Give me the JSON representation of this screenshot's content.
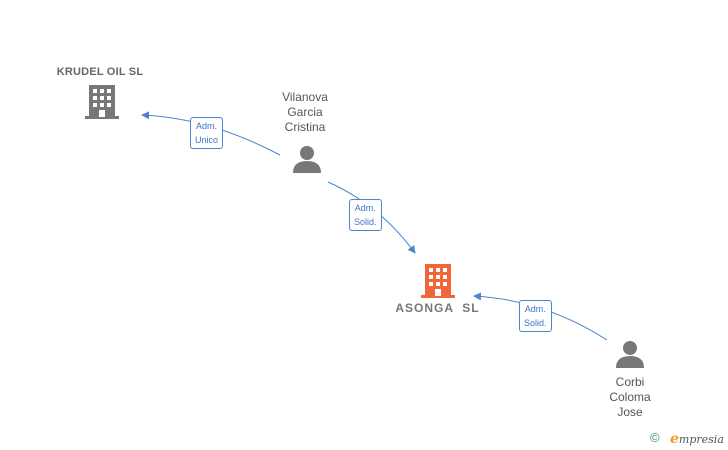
{
  "nodes": {
    "krudel": {
      "label": "KRUDEL OIL SL",
      "type": "company"
    },
    "vilanova": {
      "lines": [
        "Vilanova",
        "Garcia",
        "Cristina"
      ],
      "type": "person"
    },
    "asonga": {
      "label": "ASONGA  SL",
      "type": "company-main"
    },
    "corbi": {
      "lines": [
        "Corbi",
        "Coloma",
        "Jose"
      ],
      "type": "person"
    }
  },
  "edges": {
    "vilanova_krudel": {
      "lines": [
        "Adm.",
        "Unico"
      ]
    },
    "vilanova_asonga": {
      "lines": [
        "Adm.",
        "Solid."
      ]
    },
    "corbi_asonga": {
      "lines": [
        "Adm.",
        "Solid."
      ]
    }
  },
  "colors": {
    "company": "#777777",
    "main_company": "#f0683a",
    "person": "#777777",
    "edge": "#4a86c8"
  },
  "footer": {
    "copyright": "©",
    "brand_initial": "e",
    "brand_rest": "mpresia"
  }
}
